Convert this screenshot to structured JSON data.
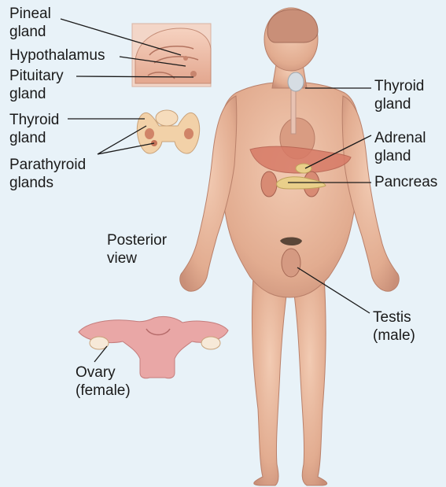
{
  "colors": {
    "background": "#e8f2f8",
    "skin": "#e8b79c",
    "skin_shadow": "#c98f78",
    "gland": "#e9cf8a",
    "label_text": "#1a1a1a",
    "leader_line": "#1a1a1a"
  },
  "labels": {
    "pineal": "Pineal\ngland",
    "hypothalamus": "Hypothalamus",
    "pituitary": "Pituitary\ngland",
    "thyroid_left": "Thyroid\ngland",
    "parathyroid": "Parathyroid\nglands",
    "posterior_view": "Posterior\nview",
    "ovary": "Ovary\n(female)",
    "thyroid_right": "Thyroid\ngland",
    "adrenal": "Adrenal\ngland",
    "pancreas": "Pancreas",
    "testis": "Testis\n(male)"
  }
}
